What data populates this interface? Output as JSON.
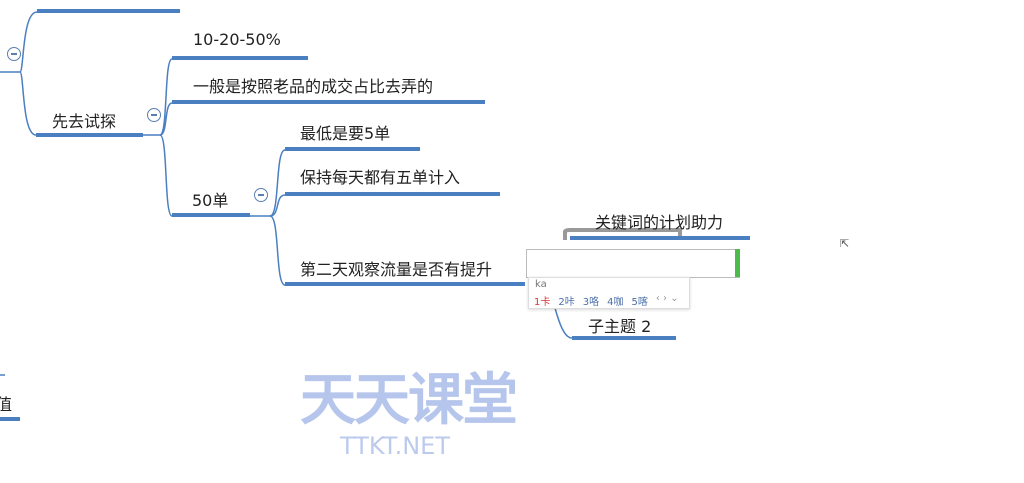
{
  "nodes": {
    "n1": "10-20-50%",
    "n2": "一般是按照老品的成交占比去弄的",
    "n3": "先去试探",
    "n4": "最低是要5单",
    "n5": "保持每天都有五单计入",
    "n6": "50单",
    "n7": "第二天观察流量是否有提升",
    "n8": "关键词的计划助力",
    "n9": "子主题 2",
    "n10": "值"
  },
  "ime": {
    "pinyin": "ka",
    "candidates": [
      "1卡",
      "2咔",
      "3咯",
      "4咖",
      "5喀"
    ],
    "nav": "‹ › ⌄"
  },
  "watermark": {
    "main": "天天课堂",
    "sub": "TTKT.NET"
  },
  "cursor": "⇱"
}
